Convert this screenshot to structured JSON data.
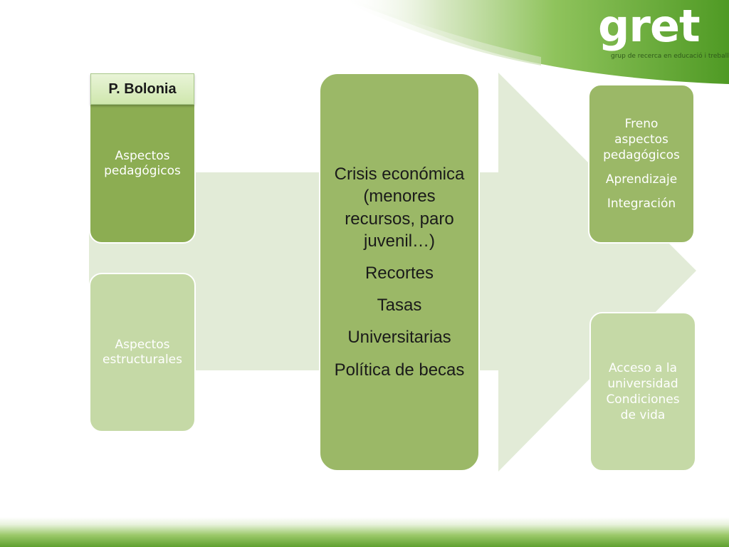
{
  "logo": {
    "word": "gret",
    "tagline": "grup de recerca en educació i treball"
  },
  "colors": {
    "brand_green": "#5fa02f",
    "box_dark": "#8cad52",
    "box_mid": "#9bb867",
    "box_light": "#c5d9a6",
    "arrow_fill": "#e2ebd7"
  },
  "left": {
    "tab_label": "P. Bolonia",
    "pedagogicos": "Aspectos pedagógicos",
    "estructurales": "Aspectos estructurales"
  },
  "center": {
    "crisis": "Crisis económica (menores recursos, paro juvenil…)",
    "recortes": "Recortes",
    "tasas": "Tasas",
    "universitarias": "Universitarias",
    "becas": "Política de becas"
  },
  "right": {
    "freno": "Freno aspectos pedagógicos",
    "aprendizaje": "Aprendizaje",
    "integracion": "Integración",
    "acceso": "Acceso a la universidad Condiciones de vida"
  }
}
